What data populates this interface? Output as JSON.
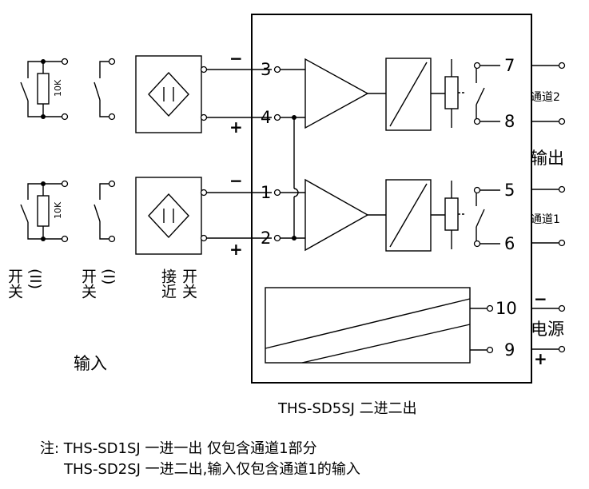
{
  "model_caption": "THS-SD5SJ 二进二出",
  "terminals": [
    "1",
    "2",
    "3",
    "4",
    "5",
    "6",
    "7",
    "8",
    "9",
    "10"
  ],
  "signs": {
    "minus": "−",
    "plus": "+"
  },
  "resistor_label": "10K",
  "outputs": {
    "channel2": "通道2",
    "channel1": "通道1",
    "group_label": "输出"
  },
  "power_label": "电源",
  "inputs": {
    "switch_2": [
      "开关",
      "(II)"
    ],
    "switch_1": [
      "开关",
      "(I)"
    ],
    "proximity": [
      "接近",
      "开关"
    ],
    "group_label": "输入"
  },
  "notes": [
    "注: THS-SD1SJ 一进一出 仅包含通道1部分",
    "THS-SD2SJ 一进二出,输入仅包含通道1的输入"
  ]
}
